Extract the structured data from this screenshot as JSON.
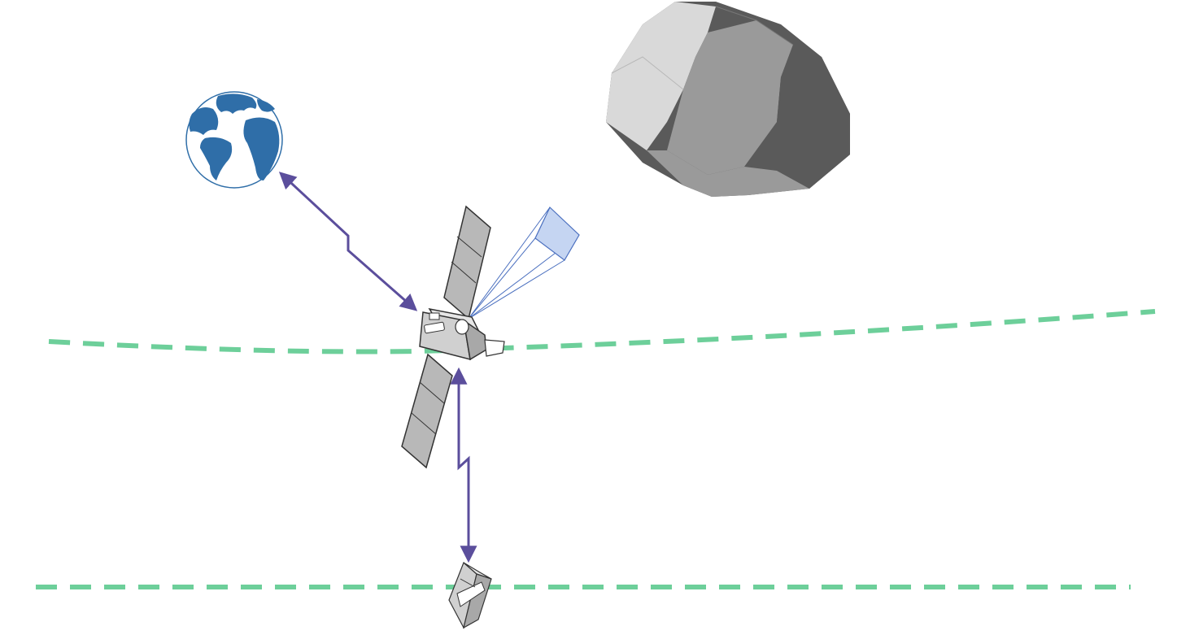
{
  "colors": {
    "background": "#ffffff",
    "orbit_dash": "#6dcf9a",
    "link_line": "#5b4e9c",
    "earth_ocean": "#ffffff",
    "earth_land": "#2f6ea8",
    "asteroid_light": "#d9d9d9",
    "asteroid_mid": "#9a9a9a",
    "asteroid_dark": "#5a5a5a",
    "spacecraft_body": "#d0d0d0",
    "solar_panel": "#b8b8b8",
    "fov_fill": "#c5d5f2",
    "fov_line": "#4a6fbf"
  },
  "diagram": {
    "nodes": [
      {
        "id": "earth",
        "icon": "earth-globe-icon"
      },
      {
        "id": "asteroid",
        "icon": "asteroid-icon"
      },
      {
        "id": "mothership",
        "icon": "satellite-icon"
      },
      {
        "id": "cubesat",
        "icon": "cubesat-icon"
      }
    ],
    "links": [
      {
        "from": "earth",
        "to": "mothership",
        "style": "bidirectional-radio-link"
      },
      {
        "from": "mothership",
        "to": "cubesat",
        "style": "bidirectional-radio-link"
      }
    ],
    "orbits": [
      {
        "id": "mothership-orbit",
        "style": "dashed"
      },
      {
        "id": "cubesat-orbit",
        "style": "dashed"
      }
    ]
  }
}
